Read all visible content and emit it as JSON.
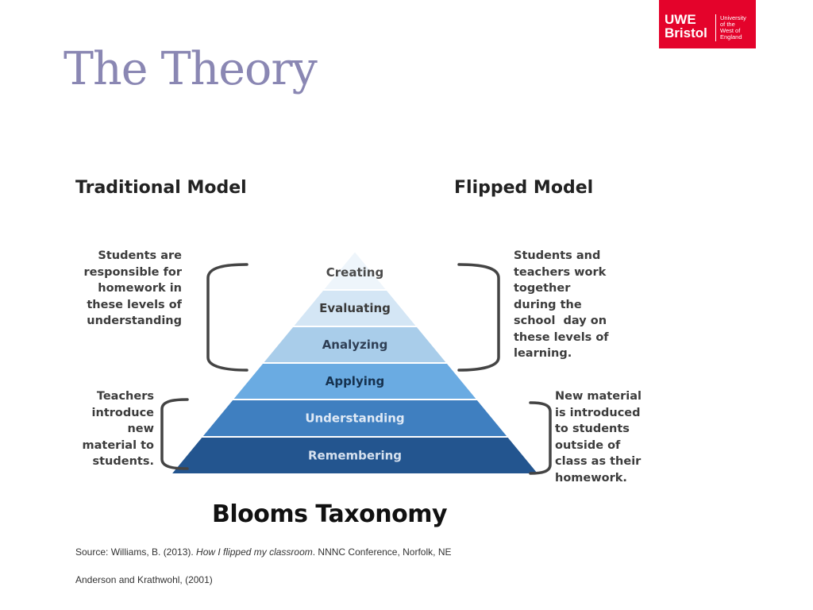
{
  "slide": {
    "title": "The Theory"
  },
  "logo": {
    "main": "UWE\nBristol",
    "sub": "University\nof the\nWest of\nEngland",
    "color": "#e4032b"
  },
  "diagram": {
    "traditional_heading": "Traditional Model",
    "flipped_heading": "Flipped Model",
    "notes": {
      "traditional_upper": "Students are\nresponsible for\nhomework in\nthese levels of\nunderstanding",
      "traditional_lower": "Teachers\nintroduce\nnew\nmaterial to\nstudents.",
      "flipped_upper": "Students and\nteachers work\ntogether\nduring the\nschool  day on\nthese levels of\nlearning.",
      "flipped_lower": "New material\nis introduced\nto students\noutside of\nclass as their\nhomework."
    },
    "levels": [
      {
        "label": "Creating",
        "fill": "#eef5fb",
        "text_color": "#4a4a4a"
      },
      {
        "label": "Evaluating",
        "fill": "#d4e6f5",
        "text_color": "#3a3a3a"
      },
      {
        "label": "Analyzing",
        "fill": "#a9cdea",
        "text_color": "#2f3f55"
      },
      {
        "label": "Applying",
        "fill": "#6aabe2",
        "text_color": "#16324f"
      },
      {
        "label": "Understanding",
        "fill": "#3f7fc0",
        "text_color": "#dfe9f5"
      },
      {
        "label": "Remembering",
        "fill": "#23558f",
        "text_color": "#d5e0ee"
      }
    ],
    "footer_title": "Blooms Taxonomy"
  },
  "source": {
    "prefix": "Source: Williams, B. (2013). ",
    "italic": "How I flipped my classroom",
    "suffix": ". NNNC Conference, Norfolk, NE",
    "second": "Anderson and Krathwohl, (2001)"
  }
}
